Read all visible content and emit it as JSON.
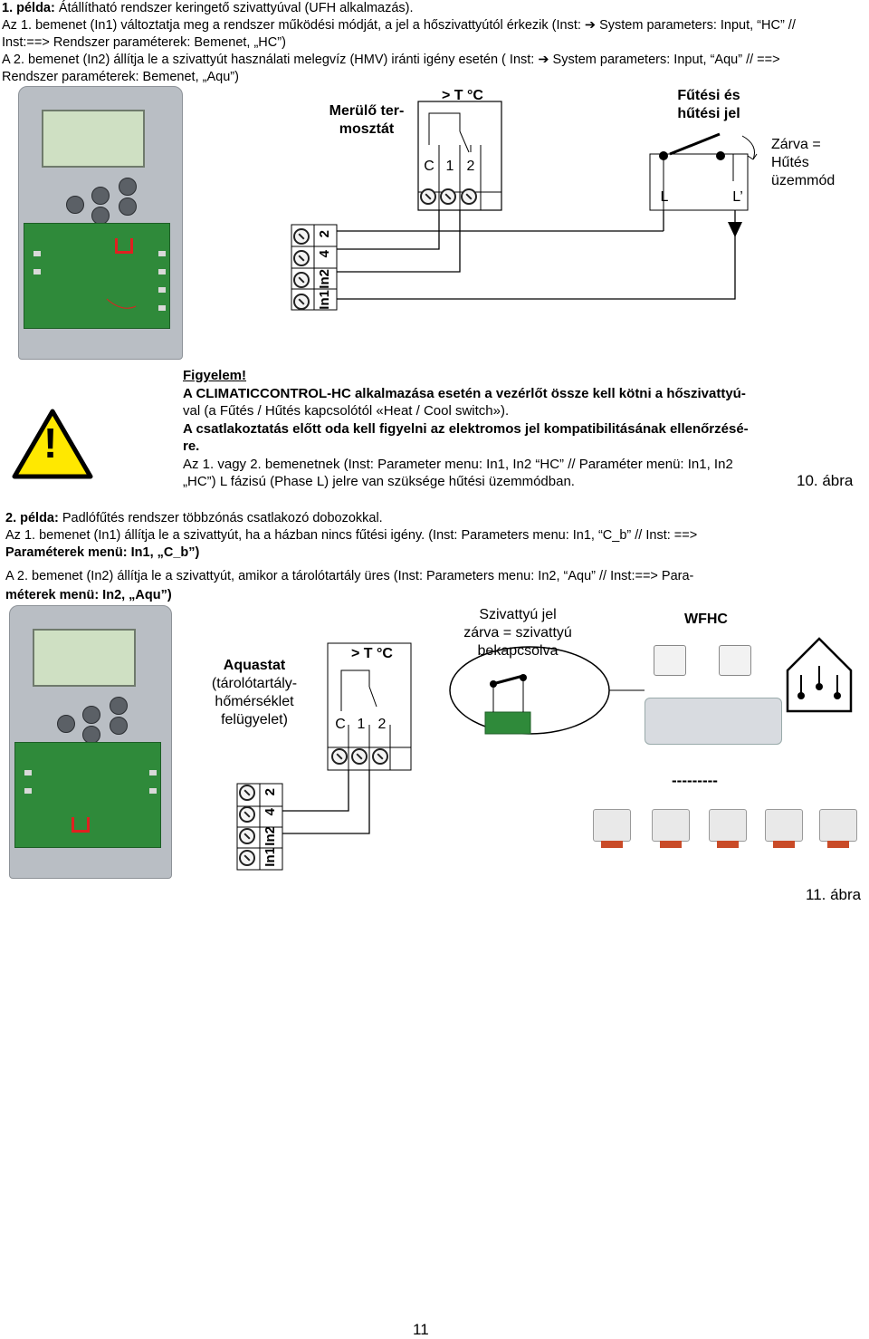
{
  "top": {
    "line1_bold": "1. példa:",
    "line1_rest": " Átállítható rendszer keringető szivattyúval (UFH alkalmazás).",
    "line2": "Az 1. bemenet (In1) változtatja meg a rendszer működési módját, a jel a hőszivattyútól érkezik (Inst: ➔ System parameters: Input, “HC” //",
    "line3": "Inst:==> Rendszer paraméterek: Bemenet, „HC”)",
    "line4": "A 2. bemenet (In2) állítja le a szivattyút használati melegvíz (HMV) iránti igény esetén ( Inst: ➔ System parameters: Input, “Aqu” // ==>",
    "line5": "Rendszer paraméterek: Bemenet, „Aqu”)"
  },
  "fig10": {
    "thermostat_label_1": "Merülő ter-",
    "thermostat_label_2": "mosztát",
    "temp_label": "> T °C",
    "term_c": "C",
    "term_1": "1",
    "term_2": "2",
    "heat_cool_1": "Fűtési és",
    "heat_cool_2": "hűtési jel",
    "closed_1": "Zárva =",
    "closed_2": "Hűtés",
    "closed_3": "üzemmód",
    "l_label": "L",
    "lprime_label": "L’",
    "term_in1": "In1",
    "term_in2": "In2",
    "term_4": "4",
    "term_2b": "2",
    "warning_symbol": "!",
    "warn_title": "Figyelem!",
    "warn_l1": "A CLIMATICCONTROL-HC alkalmazása esetén a vezérlőt össze kell kötni a hőszivattyú-",
    "warn_l2": "val (a Fűtés / Hűtés kapcsolótól «Heat / Cool switch»).",
    "warn_l3": "A csatlakoztatás előtt oda kell figyelni az elektromos jel kompatibilitásának ellenőrzésé-",
    "warn_l4": "re.",
    "warn_l5": "Az 1. vagy 2. bemenetnek (Inst: Parameter menu: In1, In2 “HC” // Paraméter menü: In1, In2",
    "warn_l6": "„HC”) L fázisú (Phase L) jelre van szüksége hűtési üzemmódban.",
    "caption": "10. ábra"
  },
  "ex2": {
    "line1_bold": "2. példa:",
    "line1_rest": " Padlófűtés rendszer többzónás csatlakozó dobozokkal.",
    "line2": "Az 1. bemenet (In1) állítja le a szivattyút, ha a házban nincs fűtési igény. (Inst: Parameters menu: In1, “C_b” // Inst: ==>",
    "line3": "Paraméterek menü: In1, „C_b”)",
    "line4": "A 2. bemenet (In2) állítja le a szivattyút, amikor a tárolótartály üres (Inst: Parameters menu: In2, “Aqu” // Inst:==> Para-",
    "line5": "méterek menü: In2, „Aqu”)"
  },
  "fig11": {
    "aquastat_1": "Aquastat",
    "aquastat_2": "(tárolótartály-",
    "aquastat_3": "hőmérséklet",
    "aquastat_4": "felügyelet)",
    "temp_label": "> T °C",
    "term_c": "C",
    "term_1": "1",
    "term_2": "2",
    "pump_1": "Szivattyú jel",
    "pump_2": "zárva = szivattyú",
    "pump_3": "bekapcsolva",
    "wfhc": "WFHC",
    "dashes": "---------",
    "term_in1": "In1",
    "term_in2": "In2",
    "term_4": "4",
    "term_2b": "2",
    "caption": "11. ábra"
  },
  "page_number": "11"
}
